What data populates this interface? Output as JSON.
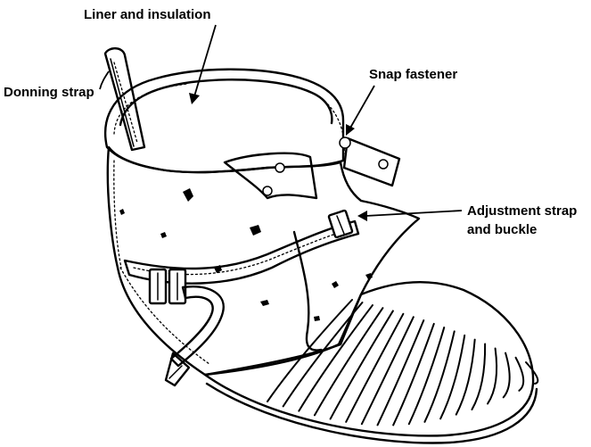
{
  "figure": {
    "callouts": {
      "liner": "Liner and insulation",
      "donning": "Donning strap",
      "snap": "Snap fastener",
      "adjustment_line1": "Adjustment strap",
      "adjustment_line2": "and buckle"
    }
  },
  "colors": {
    "ink": "#000000",
    "paper": "#ffffff"
  }
}
